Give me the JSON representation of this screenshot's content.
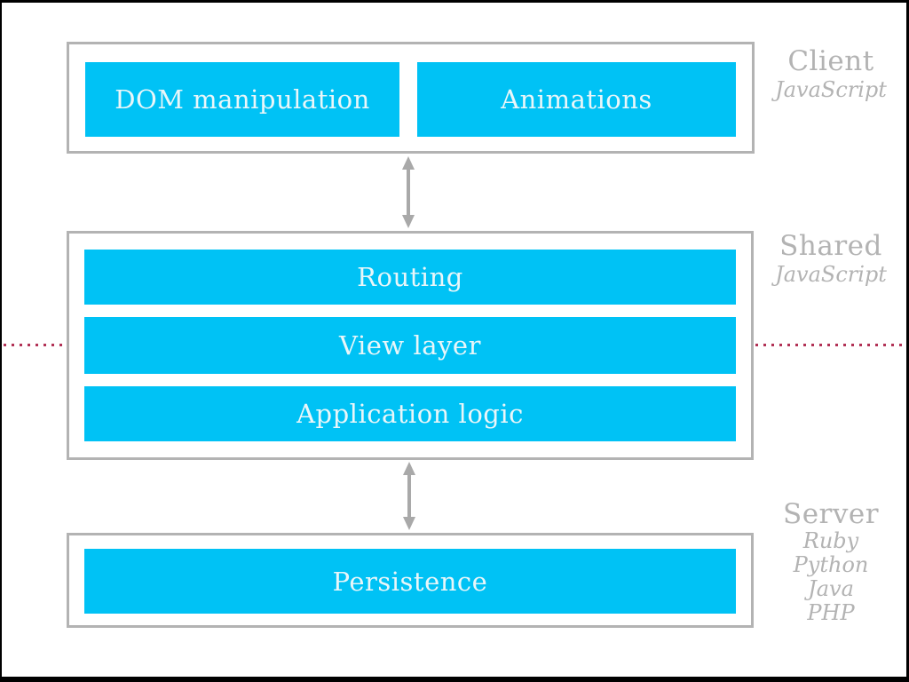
{
  "colors": {
    "box_fill": "#00c2f5",
    "box_text": "#e9f6f9",
    "container_border": "#b3b3b3",
    "label_gray": "#b3b3b3",
    "arrow_gray": "#a9a9a9",
    "divider_crimson": "#b23256",
    "frame_black": "#000000"
  },
  "client": {
    "label": "Client",
    "language": "JavaScript",
    "boxes": {
      "dom": "DOM manipulation",
      "animations": "Animations"
    }
  },
  "shared": {
    "label": "Shared",
    "language": "JavaScript",
    "boxes": {
      "routing": "Routing",
      "view_layer": "View layer",
      "app_logic": "Application logic"
    }
  },
  "server": {
    "label": "Server",
    "languages": [
      "Ruby",
      "Python",
      "Java",
      "PHP"
    ],
    "boxes": {
      "persistence": "Persistence"
    }
  }
}
